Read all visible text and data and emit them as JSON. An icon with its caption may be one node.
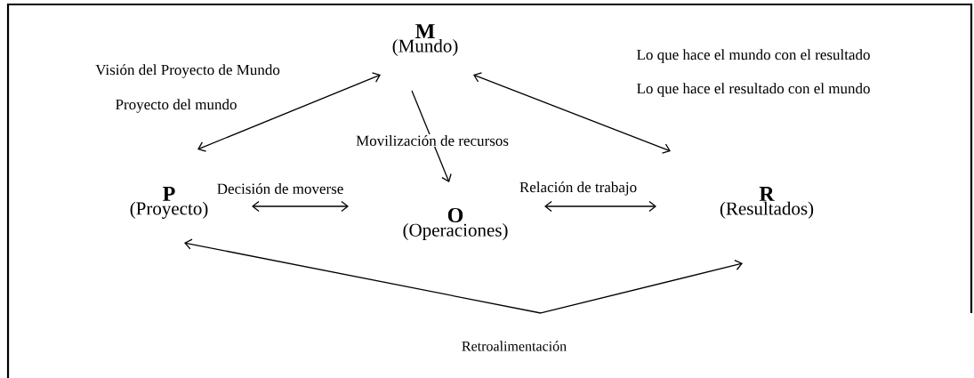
{
  "diagram": {
    "nodes": [
      {
        "text": [
          "M",
          "(Mundo)"
        ]
      },
      {
        "text": [
          "P",
          "(Proyecto)"
        ]
      },
      {
        "text": [
          "O",
          "(Operaciones)"
        ]
      },
      {
        "text": [
          "R",
          "(Resultados)"
        ]
      },
      {
        "text": [
          "Retroalimentación"
        ]
      }
    ],
    "edges": [
      {
        "from": 1,
        "to": 0,
        "arrow": "both"
      },
      {
        "from": 0,
        "to": 2,
        "arrow": "to",
        "label": "Movilización de recursos"
      },
      {
        "from": 1,
        "to": 2,
        "arrow": "both",
        "label": "Decisión de moverse"
      },
      {
        "from": 2,
        "to": 3,
        "arrow": "both",
        "label": "Relación de trabajo"
      },
      {
        "from": 0,
        "to": 3,
        "arrow": "both"
      },
      {
        "from": 4,
        "to": 1,
        "arrow": "to"
      },
      {
        "from": 4,
        "to": 3,
        "arrow": "to"
      }
    ],
    "labels": [
      "Visión del Proyecto de Mundo",
      "Proyecto del mundo",
      "Lo que hace el mundo  con el resultado",
      "Lo que hace el resultado con el mundo"
    ]
  }
}
